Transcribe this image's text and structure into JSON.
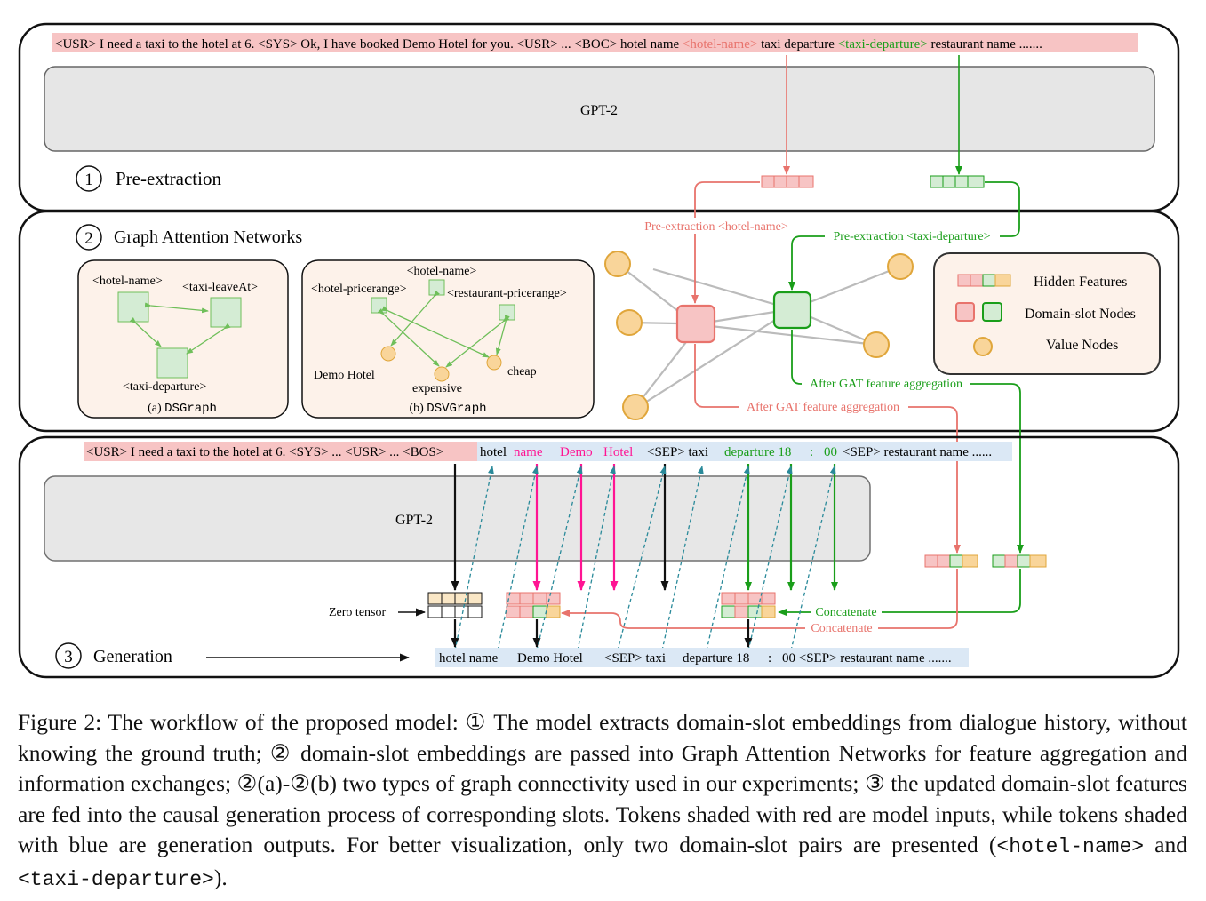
{
  "colors": {
    "red": "#e8736c",
    "red_fill": "#f7c4c4",
    "green": "#1a9e1a",
    "green_fill": "#d4ecd4",
    "orange_fill": "#f9d59a",
    "orange_stroke": "#e0a63b",
    "magenta": "#ff1493",
    "teal": "#2a8a9a",
    "input_shade": "#f7c4c4",
    "output_shade": "#dbe8f5",
    "panel_fill": "#fdf2ea"
  },
  "section1": {
    "input_tokens": {
      "part1": "<USR> I need a taxi to the hotel at 6. <SYS> Ok, I have booked Demo Hotel for you. <USR> ... <BOC> hotel name ",
      "slot1": "<hotel-name>",
      "part2": " taxi departure ",
      "slot2": "<taxi-departure>",
      "part3": " restaurant name ......."
    },
    "model_label": "GPT-2",
    "circled_num": "1",
    "title": "Pre-extraction"
  },
  "section2": {
    "circled_num": "2",
    "title": "Graph Attention Networks",
    "dsgraph": {
      "nodes": [
        "<hotel-name>",
        "<taxi-leaveAt>",
        "<taxi-departure>"
      ],
      "caption_prefix": "(a) ",
      "caption_code": "DSGraph"
    },
    "dsvgraph": {
      "nodes": [
        "<hotel-name>",
        "<hotel-pricerange>",
        "<restaurant-pricerange>"
      ],
      "values": [
        "Demo Hotel",
        "expensive",
        "cheap"
      ],
      "caption_prefix": "(b) ",
      "caption_code": "DSVGraph"
    },
    "pre_red": "Pre-extraction <hotel-name>",
    "pre_green": "Pre-extraction <taxi-departure>",
    "after_green": "After GAT feature aggregation",
    "after_red": "After GAT feature aggregation",
    "legend": {
      "hidden": "Hidden Features",
      "ds_nodes": "Domain-slot Nodes",
      "value_nodes": "Value Nodes"
    }
  },
  "section3": {
    "input_shaded": "<USR> I need a taxi to the hotel at 6. <SYS> ... <USR> ... <BOS>",
    "seq": {
      "t1": "hotel",
      "t2": "name",
      "t3": "Demo",
      "t4": "Hotel",
      "t5": "<SEP> taxi",
      "t6": "departure 18",
      "t7": ":",
      "t8": "00",
      "t9": "<SEP> restaurant name ......"
    },
    "model_label": "GPT-2",
    "zero_tensor": "Zero tensor",
    "concat_green": "Concatenate",
    "concat_red": "Concatenate",
    "circled_num": "3",
    "title": "Generation",
    "output": {
      "o1": "hotel name",
      "o2": "Demo  Hotel",
      "o3": "<SEP> taxi",
      "o4": "departure 18",
      "o5": ":",
      "o6": "00 <SEP> restaurant name ......."
    }
  },
  "caption": {
    "p1": "Figure 2: The workflow of the proposed model: ",
    "c1": "①",
    "p2": " The model extracts domain-slot embeddings from dialogue history, without knowing the ground truth; ",
    "c2": "②",
    "p3": " domain-slot embeddings are passed into Graph Attention Networks for feature aggregation and information exchanges; ",
    "c3": "②(a)-②(b)",
    "p4": " two types of graph connectivity used in our experiments; ",
    "c4": "③",
    "p5": " the updated domain-slot features are fed into the causal generation process of corresponding slots. Tokens shaded with red are model inputs, while tokens shaded with blue are generation outputs. For better visualization, only two domain-slot pairs are presented (",
    "code1": "<hotel-name>",
    "p6": " and ",
    "code2": "<taxi-departure>",
    "p7": ")."
  }
}
